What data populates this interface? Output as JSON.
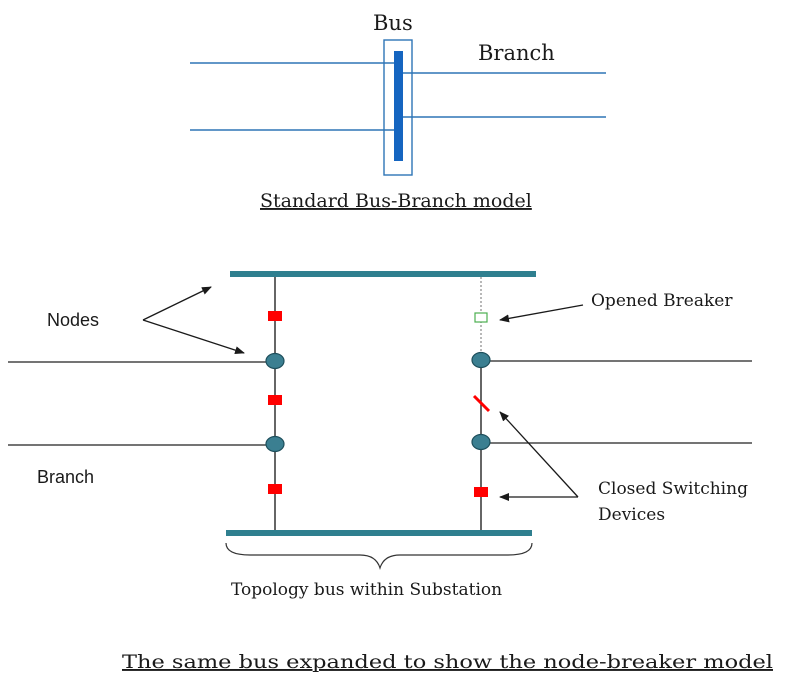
{
  "top_section": {
    "bus_label": "Bus",
    "branch_label": "Branch",
    "caption": "Standard Bus-Branch model"
  },
  "bottom_section": {
    "nodes_label": "Nodes",
    "branch_label": "Branch",
    "opened_breaker_label": "Opened Breaker",
    "closed_switching_label_line1": "Closed Switching",
    "closed_switching_label_line2": "Devices",
    "brace_label": "Topology bus within Substation",
    "caption": "The same bus expanded to show the node-breaker model"
  },
  "colors": {
    "line_blue": "#2e75b6",
    "bus_blue": "#1565c0",
    "teal": "#2f7f8f",
    "node_fill": "#3b7f91",
    "breaker_red": "#ff0000",
    "open_breaker_green": "#4caf50",
    "text": "#1a1a1a"
  }
}
